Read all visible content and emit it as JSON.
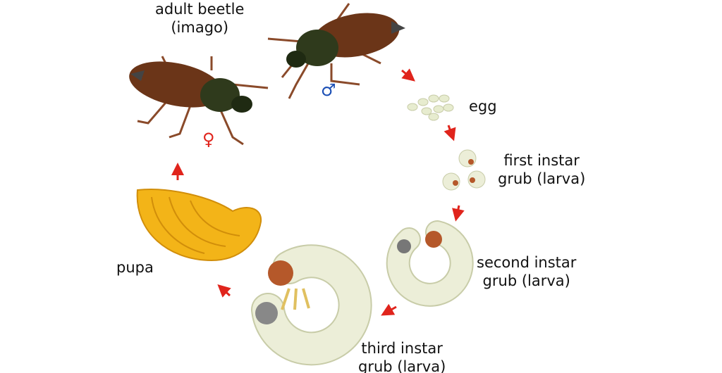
{
  "labels": {
    "adult_line1": "adult beetle",
    "adult_line2": "(imago)",
    "egg": "egg",
    "first_line1": "first instar",
    "first_line2": "grub (larva)",
    "second_line1": "second instar",
    "second_line2": "grub (larva)",
    "third_line1": "third instar",
    "third_line2": "grub (larva)",
    "pupa": "pupa"
  },
  "symbols": {
    "female": "♀",
    "male": "♂"
  },
  "colors": {
    "arrow": "#e0241c",
    "female": "#e0241c",
    "male": "#1b4fb5",
    "beetle_wing": "#6b3518",
    "beetle_head": "#2f3a1c",
    "grub": "#eceed8",
    "grub_head": "#b5582a",
    "pupa": "#f3b418"
  }
}
